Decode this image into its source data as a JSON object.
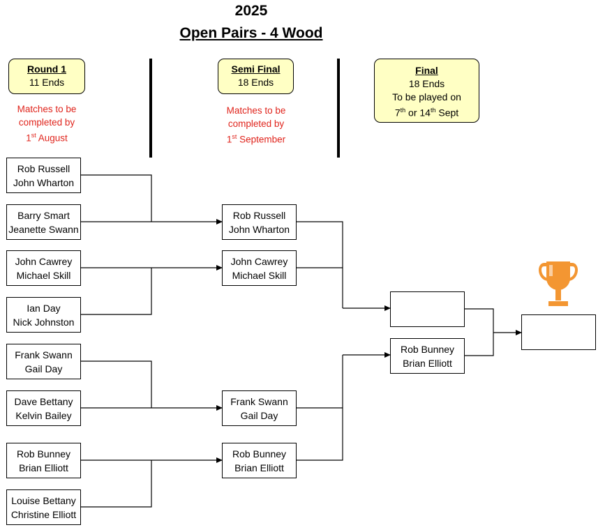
{
  "title": {
    "year": "2025",
    "event": "Open Pairs - 4 Wood"
  },
  "columns": {
    "round1": {
      "heading": "Round 1",
      "ends": "11 Ends",
      "deadline": {
        "line1": "Matches to be",
        "line2": "completed by",
        "day": "1",
        "suffix": "st",
        "month": " August"
      }
    },
    "semi": {
      "heading": "Semi Final",
      "ends": "18 Ends",
      "deadline": {
        "line1": "Matches to be",
        "line2": "completed by",
        "day": "1",
        "suffix": "st",
        "month": " September"
      }
    },
    "final": {
      "heading": "Final",
      "ends": "18 Ends",
      "note": "To be played on",
      "date": {
        "d1": "7",
        "s1": "th",
        "mid": " or 14",
        "s2": "th",
        "end": " Sept"
      }
    }
  },
  "round1": [
    {
      "p1": "Rob Russell",
      "p2": "John Wharton"
    },
    {
      "p1": "Barry Smart",
      "p2": "Jeanette Swann"
    },
    {
      "p1": "John Cawrey",
      "p2": "Michael Skill"
    },
    {
      "p1": "Ian Day",
      "p2": "Nick Johnston"
    },
    {
      "p1": "Frank Swann",
      "p2": "Gail Day"
    },
    {
      "p1": "Dave Bettany",
      "p2": "Kelvin Bailey"
    },
    {
      "p1": "Rob Bunney",
      "p2": "Brian Elliott"
    },
    {
      "p1": "Louise Bettany",
      "p2": "Christine Elliott"
    }
  ],
  "semi": [
    {
      "p1": "Rob Russell",
      "p2": "John Wharton"
    },
    {
      "p1": "John Cawrey",
      "p2": "Michael Skill"
    },
    {
      "p1": "Frank Swann",
      "p2": "Gail Day"
    },
    {
      "p1": "Rob Bunney",
      "p2": "Brian Elliott"
    }
  ],
  "final": [
    {
      "p1": "",
      "p2": ""
    },
    {
      "p1": "Rob Bunney",
      "p2": "Brian Elliott"
    }
  ],
  "winner": {
    "p1": "",
    "p2": ""
  },
  "icons": {
    "trophy": "trophy-icon"
  },
  "colors": {
    "header_fill": "#ffffc4",
    "deadline_text": "#e0241c",
    "trophy": "#f39632"
  }
}
